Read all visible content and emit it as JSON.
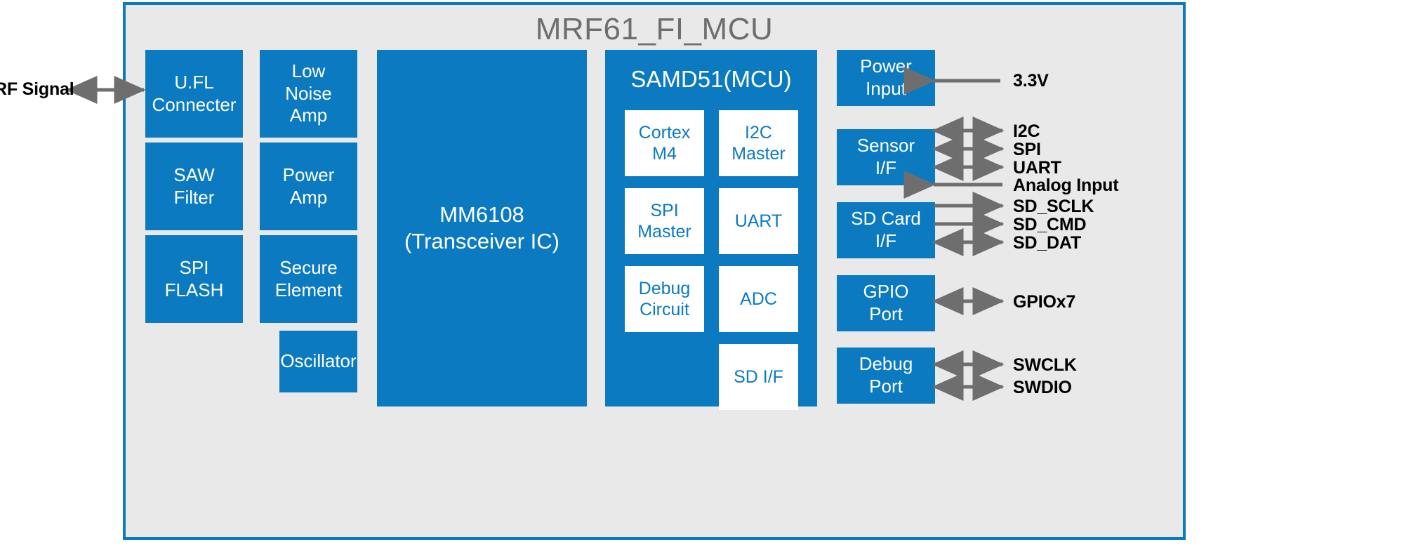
{
  "diagram": {
    "title": "MRF61_FI_MCU",
    "accent_color": "#0b7ac0",
    "panel_color": "#e9e9e9",
    "title_color": "#6e6e6e",
    "arrow_color": "#6e6e6e"
  },
  "rf_front_end": {
    "blocks": [
      {
        "id": "ufl",
        "label_line1": "U.FL",
        "label_line2": "Connecter"
      },
      {
        "id": "lna",
        "label_line1": "Low",
        "label_line2": "Noise",
        "label_line3": "Amp"
      },
      {
        "id": "saw",
        "label_line1": "SAW",
        "label_line2": "Filter"
      },
      {
        "id": "pa",
        "label_line1": "Power",
        "label_line2": "Amp"
      },
      {
        "id": "spiflash",
        "label_line1": "SPI",
        "label_line2": "FLASH"
      },
      {
        "id": "secure",
        "label_line1": "Secure",
        "label_line2": "Element"
      },
      {
        "id": "osc",
        "label_line1": "Oscillator"
      }
    ]
  },
  "transceiver": {
    "label_line1": "MM6108",
    "label_line2": "(Transceiver IC)"
  },
  "mcu": {
    "title": "SAMD51(MCU)",
    "sub_blocks": [
      {
        "id": "cortex",
        "label_line1": "Cortex",
        "label_line2": "M4"
      },
      {
        "id": "i2c",
        "label_line1": "I2C",
        "label_line2": "Master"
      },
      {
        "id": "spi",
        "label_line1": "SPI",
        "label_line2": "Master"
      },
      {
        "id": "uart",
        "label_line1": "UART"
      },
      {
        "id": "debug",
        "label_line1": "Debug",
        "label_line2": "Circuit"
      },
      {
        "id": "adc",
        "label_line1": "ADC"
      },
      {
        "id": "sdif",
        "label_line1": "SD I/F"
      }
    ]
  },
  "io_ports": [
    {
      "id": "power-input",
      "label_line1": "Power",
      "label_line2": "Input"
    },
    {
      "id": "sensor-if",
      "label_line1": "Sensor",
      "label_line2": "I/F"
    },
    {
      "id": "sdcard-if",
      "label_line1": "SD Card",
      "label_line2": "I/F"
    },
    {
      "id": "gpio-port",
      "label_line1": "GPIO",
      "label_line2": "Port"
    },
    {
      "id": "debug-port",
      "label_line1": "Debug",
      "label_line2": "Port"
    }
  ],
  "external_signals": {
    "left": [
      {
        "id": "rf-signal",
        "label": "RF Signal",
        "direction": "bidirectional"
      }
    ],
    "right": [
      {
        "id": "v33",
        "label": "3.3V",
        "direction": "input"
      },
      {
        "id": "i2c",
        "label": "I2C",
        "direction": "bidirectional"
      },
      {
        "id": "spi",
        "label": "SPI",
        "direction": "bidirectional"
      },
      {
        "id": "uart",
        "label": "UART",
        "direction": "bidirectional"
      },
      {
        "id": "analog-input",
        "label": "Analog Input",
        "direction": "input"
      },
      {
        "id": "sd-sclk",
        "label": "SD_SCLK",
        "direction": "output"
      },
      {
        "id": "sd-cmd",
        "label": "SD_CMD",
        "direction": "output"
      },
      {
        "id": "sd-dat",
        "label": "SD_DAT",
        "direction": "bidirectional"
      },
      {
        "id": "gpiox7",
        "label": "GPIOx7",
        "direction": "bidirectional"
      },
      {
        "id": "swclk",
        "label": "SWCLK",
        "direction": "bidirectional"
      },
      {
        "id": "swdio",
        "label": "SWDIO",
        "direction": "bidirectional"
      }
    ]
  }
}
